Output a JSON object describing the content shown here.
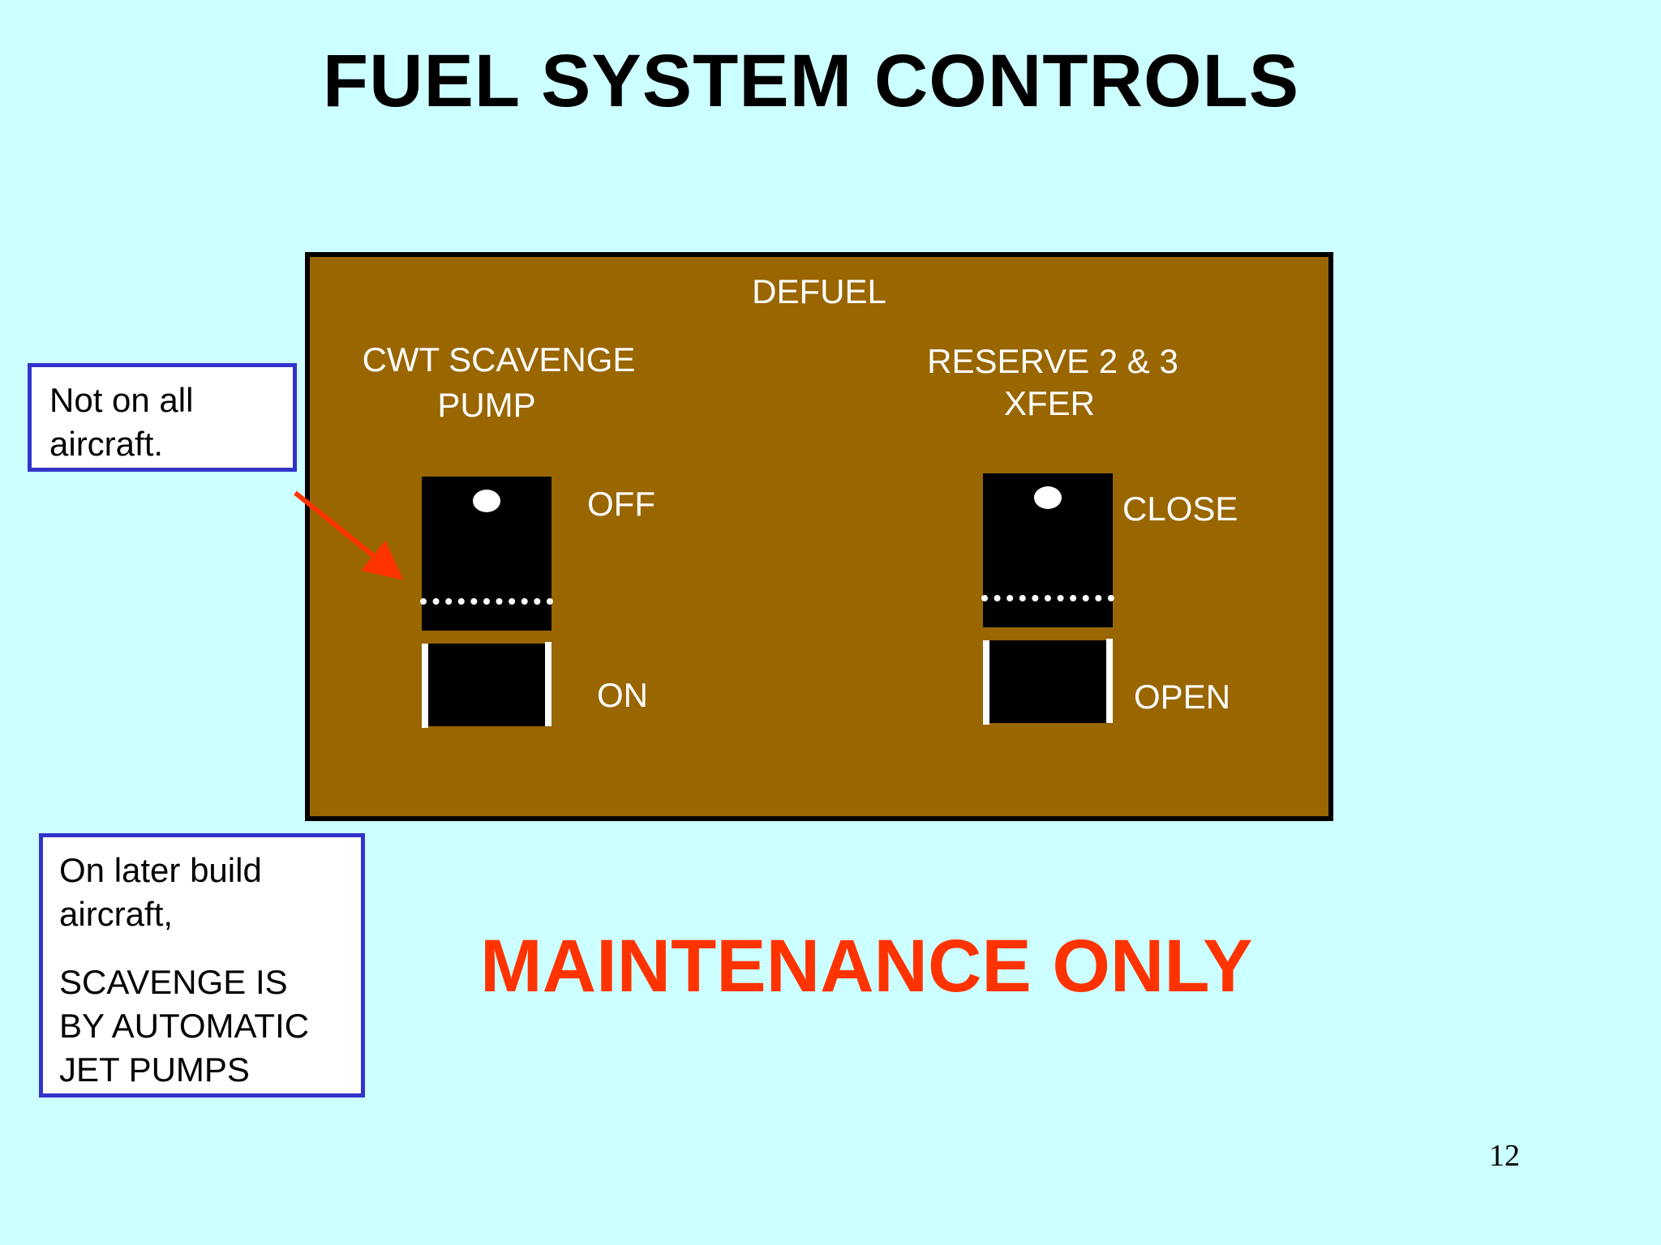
{
  "title": "FUEL SYSTEM CONTROLS",
  "panel": {
    "header": "DEFUEL",
    "left_switch": {
      "label_line1": "CWT SCAVENGE",
      "label_line2": "PUMP",
      "top_position": "OFF",
      "bottom_position": "ON"
    },
    "right_switch": {
      "label_line1": "RESERVE 2 & 3",
      "label_line2": "XFER",
      "top_position": "CLOSE",
      "bottom_position": "OPEN"
    }
  },
  "note_top": {
    "line1": "Not on all",
    "line2": "aircraft."
  },
  "note_bottom": {
    "line1": "On later build",
    "line2": "aircraft,",
    "line3": "SCAVENGE IS",
    "line4": "BY AUTOMATIC",
    "line5": "JET PUMPS"
  },
  "warning": "MAINTENANCE ONLY",
  "page_number": "12",
  "colors": {
    "background": "#ccffff",
    "panel": "#996600",
    "warning": "#ff3300",
    "note_border": "#3333cc",
    "arrow": "#ff3300"
  }
}
